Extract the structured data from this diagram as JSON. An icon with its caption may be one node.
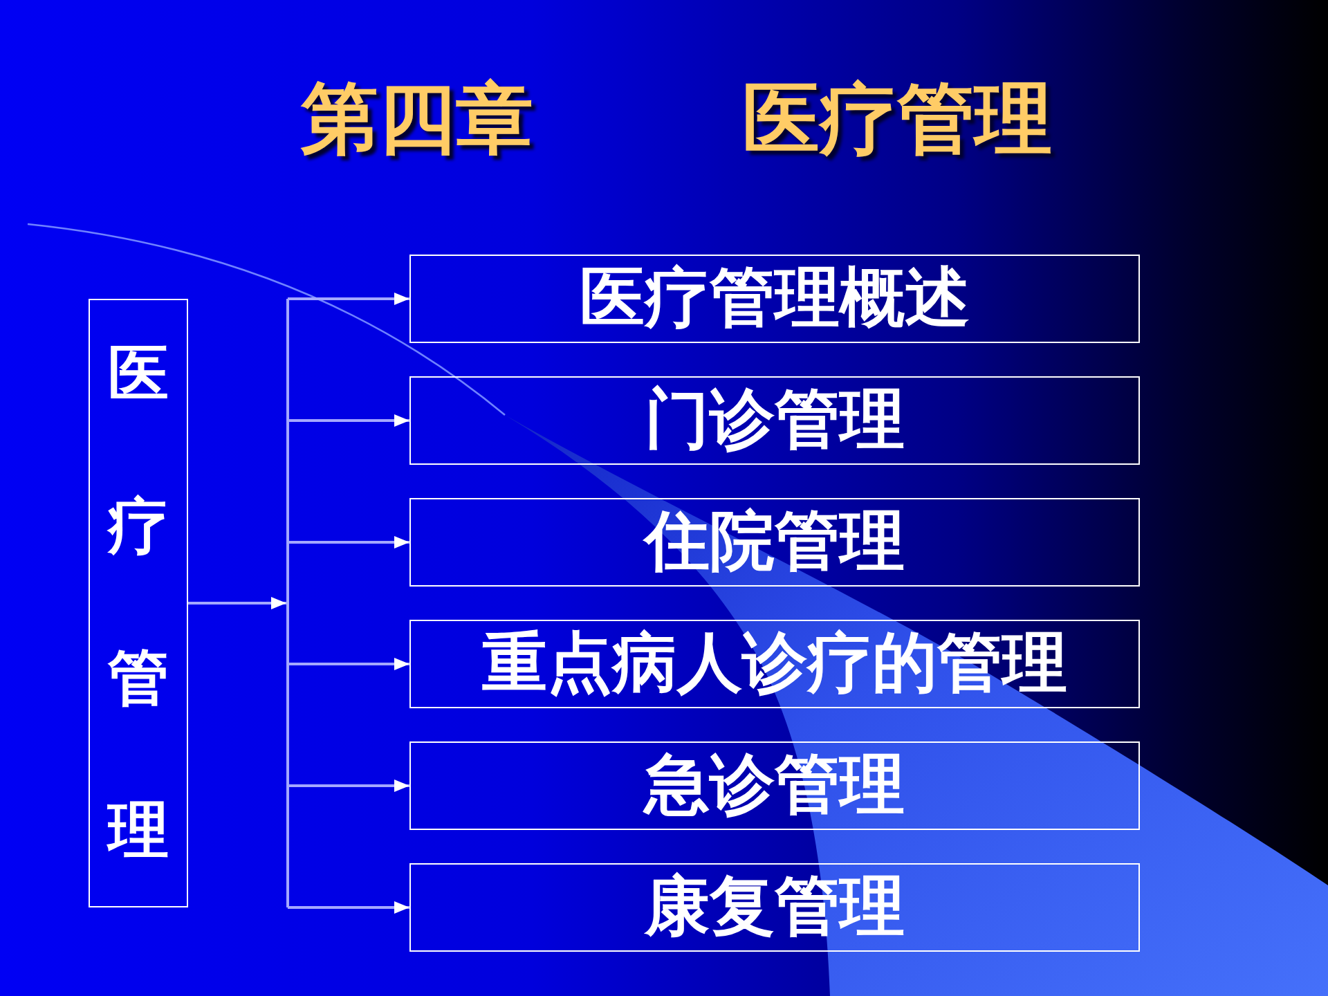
{
  "diagram": {
    "title": "第四章 医疗管理",
    "nodes": [
      {
        "text": [
          "医疗管理"
        ]
      },
      {
        "text": [
          "医疗管理概述"
        ]
      },
      {
        "text": [
          "门诊管理"
        ]
      },
      {
        "text": [
          "住院管理"
        ]
      },
      {
        "text": [
          "重点病人诊疗的管理"
        ]
      },
      {
        "text": [
          "急诊管理"
        ]
      },
      {
        "text": [
          "康复管理"
        ]
      }
    ],
    "edges": [
      {
        "from": 0,
        "to": 1,
        "arrow": "to"
      },
      {
        "from": 0,
        "to": 2,
        "arrow": "to"
      },
      {
        "from": 0,
        "to": 3,
        "arrow": "to"
      },
      {
        "from": 0,
        "to": 4,
        "arrow": "to"
      },
      {
        "from": 0,
        "to": 5,
        "arrow": "to"
      },
      {
        "from": 0,
        "to": 6,
        "arrow": "to"
      }
    ]
  }
}
